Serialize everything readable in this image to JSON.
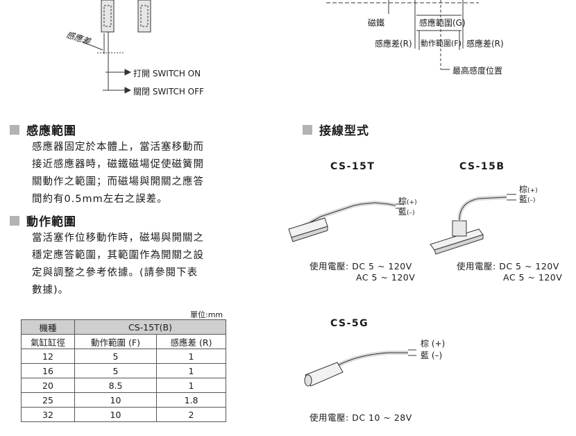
{
  "diagram_top": {
    "tolerance_label": "感應差",
    "switch_on": "打開  SWITCH ON",
    "switch_off": "關閉  SWITCH OFF",
    "magnet_label": "磁鐵",
    "sensing_range_g": "感應範圍(G)",
    "tolerance_r": "感應差(R)",
    "operating_range_f": "動作範圍(F)",
    "max_sensitivity": "最高感度位置"
  },
  "sensing_range": {
    "heading": "感應範圍",
    "lines": [
      "感應器固定於本體上，當活塞移動而",
      "接近感應器時，磁鐵磁場促使磁簧開",
      "關動作之範圍；而磁場與開關之應答",
      "間約有0.5mm左右之誤差。"
    ]
  },
  "operating_range": {
    "heading": "動作範圍",
    "lines": [
      "當活塞作位移動作時，磁場與開關之",
      "穩定應答範圍，其範圍作為開關之設",
      "定與調整之參考依據。(請參閱下表",
      "數據)。"
    ]
  },
  "table": {
    "unit": "單位:mm",
    "header_model": "機種",
    "header_series": "CS-15T(B)",
    "col_bore": "氣缸缸徑",
    "col_operating": "動作範圍 (F)",
    "col_tolerance": "感應差 (R)",
    "rows": [
      [
        "12",
        "5",
        "1"
      ],
      [
        "16",
        "5",
        "1"
      ],
      [
        "20",
        "8.5",
        "1"
      ],
      [
        "25",
        "10",
        "1.8"
      ],
      [
        "32",
        "10",
        "2"
      ]
    ]
  },
  "wiring": {
    "heading": "接線型式",
    "cs15t": {
      "model": "CS-15T",
      "wire_brown": "棕",
      "wire_brown_sign": "(+)",
      "wire_blue": "藍",
      "wire_blue_sign": "(–)",
      "voltage_label": "使用電壓:",
      "voltage_dc": "DC  5 ~ 120V",
      "voltage_ac": "AC  5 ~ 120V"
    },
    "cs15b": {
      "model": "CS-15B",
      "wire_brown": "棕",
      "wire_brown_sign": "(+)",
      "wire_blue": "藍",
      "wire_blue_sign": "(–)",
      "voltage_label": "使用電壓:",
      "voltage_dc": "DC  5 ~ 120V",
      "voltage_ac": "AC  5 ~ 120V"
    },
    "cs5g": {
      "model": "CS-5G",
      "wire_brown": "棕 (+)",
      "wire_blue": "藍 (–)",
      "voltage_label": "使用電壓:",
      "voltage_dc": "DC  10 ~ 28V"
    }
  }
}
